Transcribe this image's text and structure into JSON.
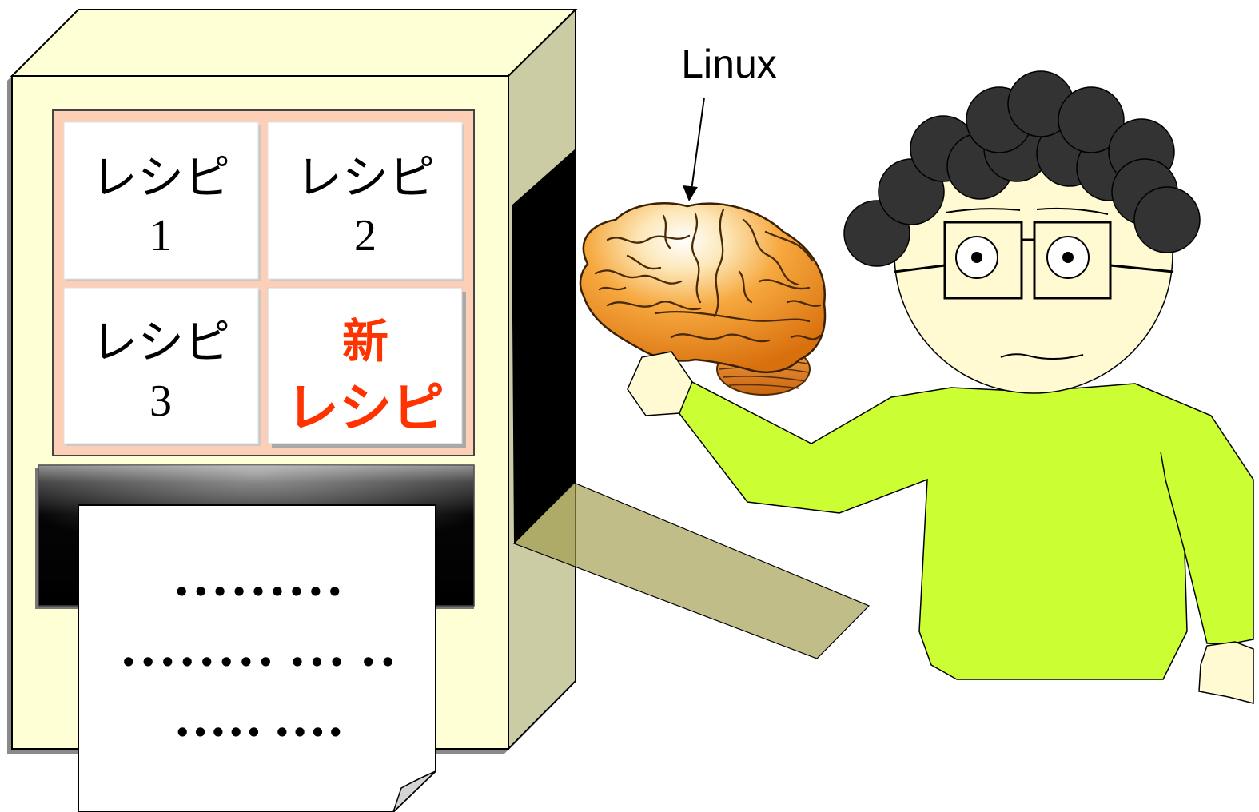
{
  "diagram": {
    "machine": {
      "cards": [
        {
          "line1": "レシピ",
          "line2": "1"
        },
        {
          "line1": "レシピ",
          "line2": "2"
        },
        {
          "line1": "レシピ",
          "line2": "3"
        },
        {
          "line1": "新",
          "line2": "レシピ"
        }
      ],
      "paper_lines": [
        "•••••••••",
        "•••••••• •••  ••",
        "••••• ••••"
      ]
    },
    "brain_label": "Linux"
  },
  "colors": {
    "machine_front": "#FFFFD6",
    "machine_side": "#CCCCA4",
    "machine_shadow": "#8A8A8A",
    "panel": "#FCCFB6",
    "card": "#FFFFFF",
    "new_recipe": "#FF3300",
    "beam": "#9E9A48",
    "shirt": "#CCFF33",
    "skin": "#FFFAD2",
    "hair": "#333333",
    "paper": "#FFFFFF"
  }
}
